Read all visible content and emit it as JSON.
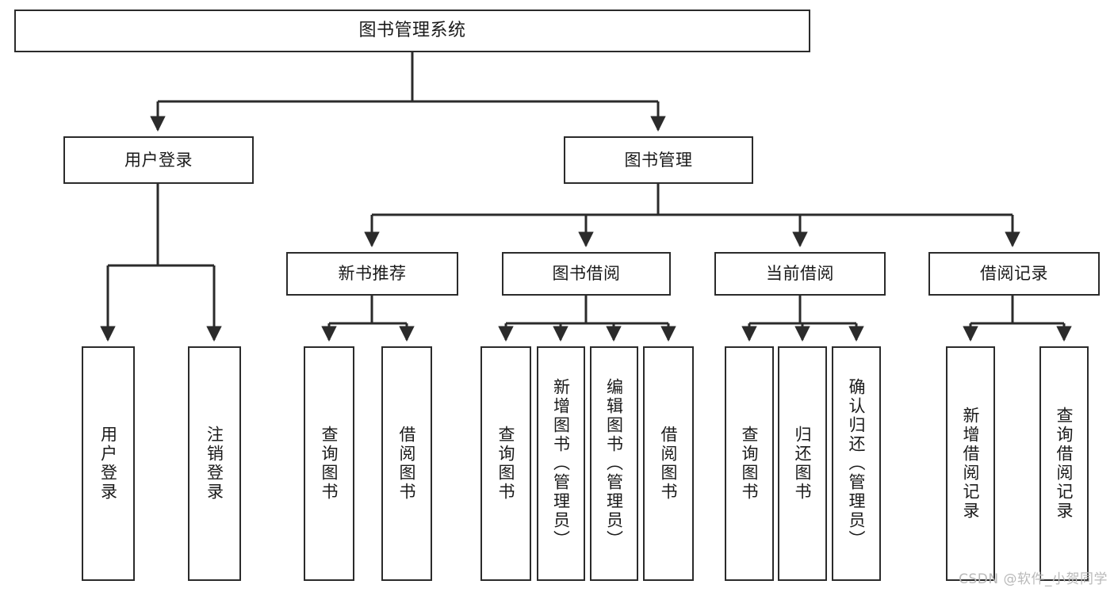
{
  "diagram": {
    "title": "图书管理系统",
    "type": "tree",
    "colors": {
      "background": "#ffffff",
      "border": "#2b2b2b",
      "text": "#1a1a1a",
      "edge": "#2b2b2b",
      "watermark": "#b9b9b9"
    },
    "watermark": "CSDN @软件_小贺同学",
    "nodes": {
      "root": {
        "label": "图书管理系统"
      },
      "level2": [
        {
          "label": "用户登录"
        },
        {
          "label": "图书管理"
        }
      ],
      "level3": [
        {
          "label": "新书推荐"
        },
        {
          "label": "图书借阅"
        },
        {
          "label": "当前借阅"
        },
        {
          "label": "借阅记录"
        }
      ],
      "leaves": {
        "user_login": [
          {
            "label": "用户登录"
          },
          {
            "label": "注销登录"
          }
        ],
        "new_book_recommend": [
          {
            "label": "查询图书"
          },
          {
            "label": "借阅图书"
          }
        ],
        "book_borrow": [
          {
            "label": "查询图书"
          },
          {
            "label": "新增图书（管理员）"
          },
          {
            "label": "编辑图书（管理员）"
          },
          {
            "label": "借阅图书"
          }
        ],
        "current_borrow": [
          {
            "label": "查询图书"
          },
          {
            "label": "归还图书"
          },
          {
            "label": "确认归还（管理员）"
          }
        ],
        "borrow_record": [
          {
            "label": "新增借阅记录"
          },
          {
            "label": "查询借阅记录"
          }
        ]
      }
    }
  }
}
